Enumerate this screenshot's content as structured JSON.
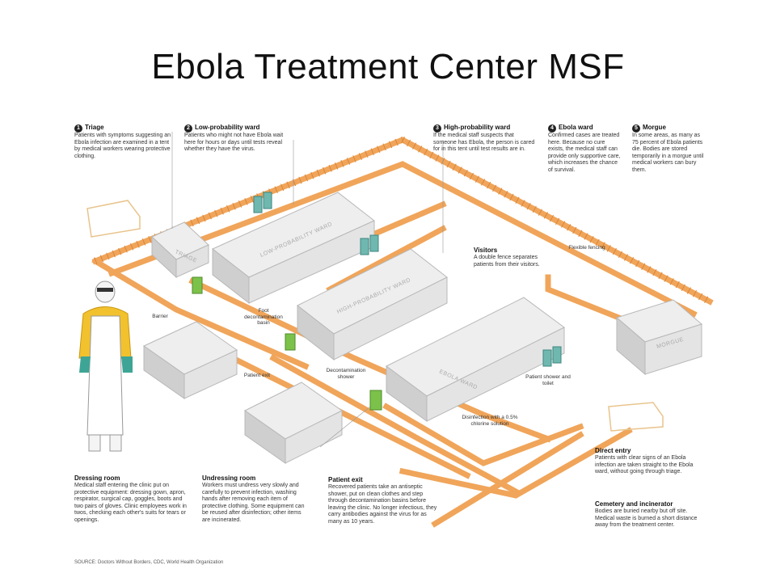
{
  "slide": {
    "title": "Ebola Treatment Center MSF"
  },
  "callouts": [
    {
      "num": "1",
      "heading": "Triage",
      "text": "Patients with symptoms suggesting an Ebola infection are examined in a tent by medical workers wearing protective clothing."
    },
    {
      "num": "2",
      "heading": "Low-probability ward",
      "text": "Patients who might not have Ebola wait here for hours or days until tests reveal whether they have the virus."
    },
    {
      "num": "3",
      "heading": "High-probability ward",
      "text": "If the medical staff suspects that someone has Ebola, the person is cared for in this tent until test results are in."
    },
    {
      "num": "4",
      "heading": "Ebola ward",
      "text": "Confirmed cases are treated here. Because no cure exists, the medical staff can provide only supportive care, which increases the chance of survival."
    },
    {
      "num": "5",
      "heading": "Morgue",
      "text": "In some areas, as many as 75 percent of Ebola patients die. Bodies are stored temporarily in a morgue until medical workers can bury them."
    }
  ],
  "sections": {
    "visitors": {
      "heading": "Visitors",
      "text": "A double fence separates patients from their visitors."
    },
    "dressing": {
      "heading": "Dressing room",
      "text": "Medical staff entering the clinic put on protective equipment: dressing gown, apron, respirator, surgical cap, goggles, boots and two pairs of gloves. Clinic employees work in twos, checking each other's suits for tears or openings."
    },
    "undressing": {
      "heading": "Undressing room",
      "text": "Workers must undress very slowly and carefully to prevent infection, washing hands after removing each item of protective clothing. Some equipment can be reused after disinfection; other items are incinerated."
    },
    "patient_exit": {
      "heading": "Patient exit",
      "text": "Recovered patients take an antiseptic shower, put on clean clothes and step through decontamination basins before leaving the clinic. No longer infectious, they carry antibodies against the virus for as many as 10 years."
    },
    "direct_entry": {
      "heading": "Direct entry",
      "text": "Patients with clear signs of an Ebola infection are taken straight to the Ebola ward, without going through triage."
    },
    "cemetery": {
      "heading": "Cemetery and incinerator",
      "text": "Bodies are buried nearby but off site. Medical waste is burned a short distance away from the treatment center."
    }
  },
  "labels": {
    "flexible_fencing": "Flexible fencing",
    "barrier": "Barrier",
    "foot_basin": "Foot decontamination basin",
    "patient_exit_small": "Patient exit",
    "decon_shower": "Decontamination shower",
    "patient_shower": "Patient shower and toilet",
    "disinfection": "Disinfection with a 0.5% chlorine solution"
  },
  "tent_labels": {
    "triage": "TRIAGE",
    "low": "LOW-PROBABILITY WARD",
    "high": "HIGH-PROBABILITY WARD",
    "ebola": "EBOLA WARD",
    "morgue": "MORGUE"
  },
  "source": "SOURCE: Doctors Without Borders, CDC, World Health Organization",
  "colors": {
    "fence": "#f0a55a",
    "fence_dark": "#d9863a",
    "tent": "#eeeeee",
    "tent_shade": "#cfcfcf",
    "accent_green": "#7cc24a",
    "accent_teal": "#6fb8b0",
    "suit_yellow": "#f2c12e"
  }
}
